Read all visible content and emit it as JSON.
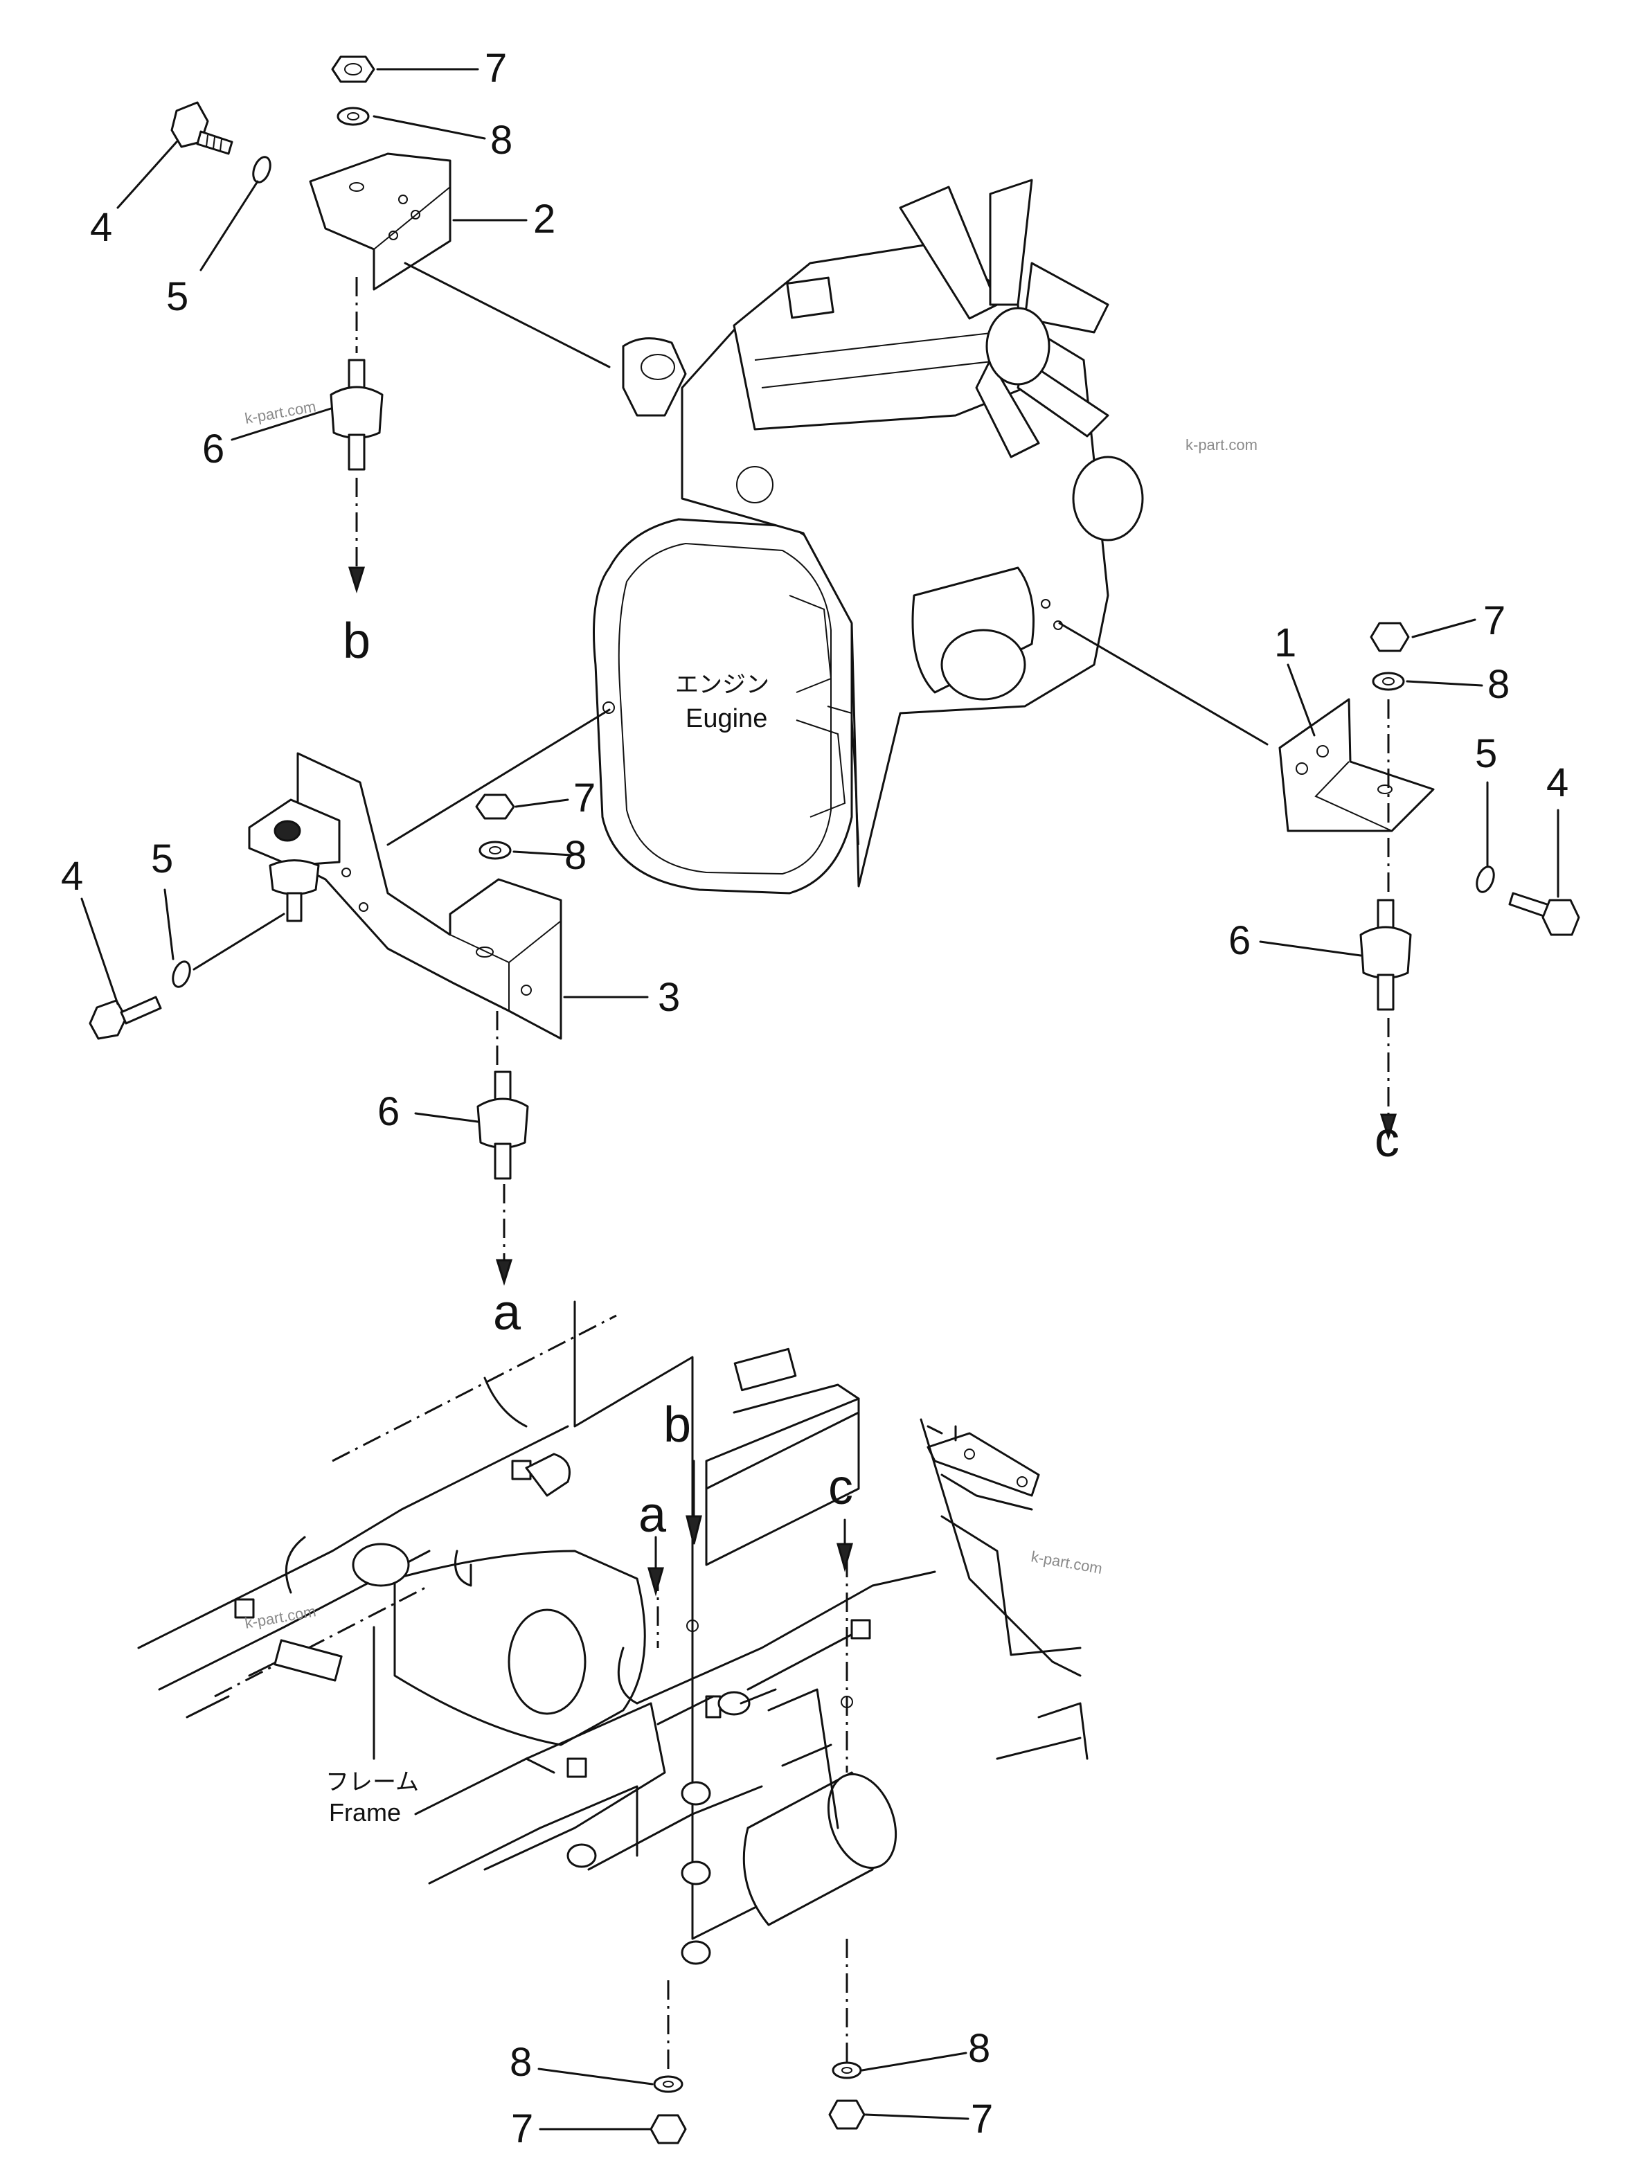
{
  "callouts": {
    "c1": "1",
    "c2": "2",
    "c3": "3",
    "c4_top": "4",
    "c4_left": "4",
    "c4_right": "4",
    "c5_top": "5",
    "c5_left": "5",
    "c5_right": "5",
    "c6_top": "6",
    "c6_left": "6",
    "c6_right": "6",
    "c7_top": "7",
    "c7_mid": "7",
    "c7_right": "7",
    "c7_bottom_left": "7",
    "c7_bottom_right": "7",
    "c8_top": "8",
    "c8_mid": "8",
    "c8_right": "8",
    "c8_bottom_left": "8",
    "c8_bottom_right": "8"
  },
  "arrow_letters": {
    "a_upper": "a",
    "b_upper": "b",
    "c_upper": "c",
    "a_lower": "a",
    "b_lower": "b",
    "c_lower": "c"
  },
  "captions": {
    "engine_jp": "エンジン",
    "engine_en": "Eugine",
    "frame_jp": "フレーム",
    "frame_en": "Frame"
  },
  "watermarks": [
    "k-part.com",
    "k-part.com",
    "k-part.com",
    "k-part.com"
  ]
}
